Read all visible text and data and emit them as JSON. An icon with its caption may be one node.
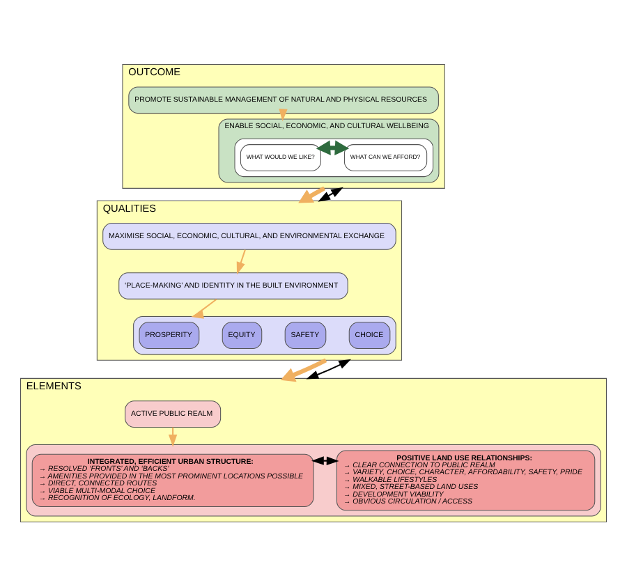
{
  "diagram": {
    "nodes": [
      {
        "text": [
          "OUTCOME"
        ]
      },
      {
        "text": [
          "PROMOTE SUSTAINABLE MANAGEMENT OF NATURAL AND PHYSICAL RESOURCES"
        ],
        "in": 0
      },
      {
        "text": [
          "ENABLE SOCIAL, ECONOMIC, AND CULTURAL WELLBEING"
        ],
        "in": 0
      },
      {
        "text": [],
        "shape": "box",
        "in": 2
      },
      {
        "text": [
          "WHAT WOULD WE LIKE?"
        ],
        "in": 3
      },
      {
        "text": [
          "WHAT CAN WE AFFORD?"
        ],
        "in": 3
      },
      {
        "text": [
          "QUALITIES"
        ]
      },
      {
        "text": [
          "MAXIMISE SOCIAL, ECONOMIC, CULTURAL, AND ENVIRONMENTAL EXCHANGE"
        ],
        "in": 6
      },
      {
        "text": [
          "‘PLACE-MAKING’ AND IDENTITY IN THE BUILT ENVIRONMENT"
        ],
        "in": 6
      },
      {
        "text": [],
        "shape": "box",
        "in": 6
      },
      {
        "text": [
          "PROSPERITY"
        ],
        "in": 9
      },
      {
        "text": [
          "EQUITY"
        ],
        "in": 9
      },
      {
        "text": [
          "SAFETY"
        ],
        "in": 9
      },
      {
        "text": [
          "CHOICE"
        ],
        "in": 9
      },
      {
        "text": [
          "ELEMENTS"
        ]
      },
      {
        "text": [
          "ACTIVE PUBLIC REALM"
        ],
        "in": 14
      },
      {
        "text": [],
        "shape": "box",
        "in": 14
      },
      {
        "text": [
          "INTEGRATED, EFFICIENT URBAN STRUCTURE:",
          "→ RESOLVED ‘FRONTS’ AND ‘BACKS’",
          "→ AMENITIES PROVIDED IN THE MOST PROMINENT LOCATIONS POSSIBLE",
          "→ DIRECT, CONNECTED ROUTES",
          "→ VIABLE MULTI-MODAL CHOICE",
          "→ RECOGNITION OF ECOLOGY, LANDFORM."
        ],
        "in": 16
      },
      {
        "text": [
          "POSITIVE LAND USE RELATIONSHIPS:",
          "→ CLEAR CONNECTION TO PUBLIC REALM",
          "→ VARIETY, CHOICE, CHARACTER, AFFORDABILITY, SAFETY, PRIDE",
          "→ WALKABLE LIFESTYLES",
          "→ MIXED, STREET-BASED LAND USES",
          "→ DEVELOPMENT VIABILITY",
          "→ OBVIOUS CIRCULATION / ACCESS"
        ],
        "in": 16
      }
    ],
    "edges": [
      {
        "from": 1,
        "to": 2,
        "arrow": "to"
      },
      {
        "from": 4,
        "to": 5,
        "arrow": "both",
        "style": "thick",
        "color": "#2e6b3e"
      },
      {
        "from": 0,
        "to": 6,
        "arrow": "to",
        "style": "thick"
      },
      {
        "from": 0,
        "to": 6,
        "arrow": "both",
        "color": "#000000"
      },
      {
        "from": 7,
        "to": 8,
        "arrow": "to"
      },
      {
        "from": 8,
        "to": 9,
        "arrow": "to"
      },
      {
        "from": 6,
        "to": 14,
        "arrow": "to",
        "style": "thick"
      },
      {
        "from": 6,
        "to": 14,
        "arrow": "both",
        "color": "#000000"
      },
      {
        "from": 15,
        "to": 16,
        "arrow": "to"
      },
      {
        "from": 17,
        "to": 18,
        "arrow": "both",
        "color": "#000000"
      }
    ]
  }
}
